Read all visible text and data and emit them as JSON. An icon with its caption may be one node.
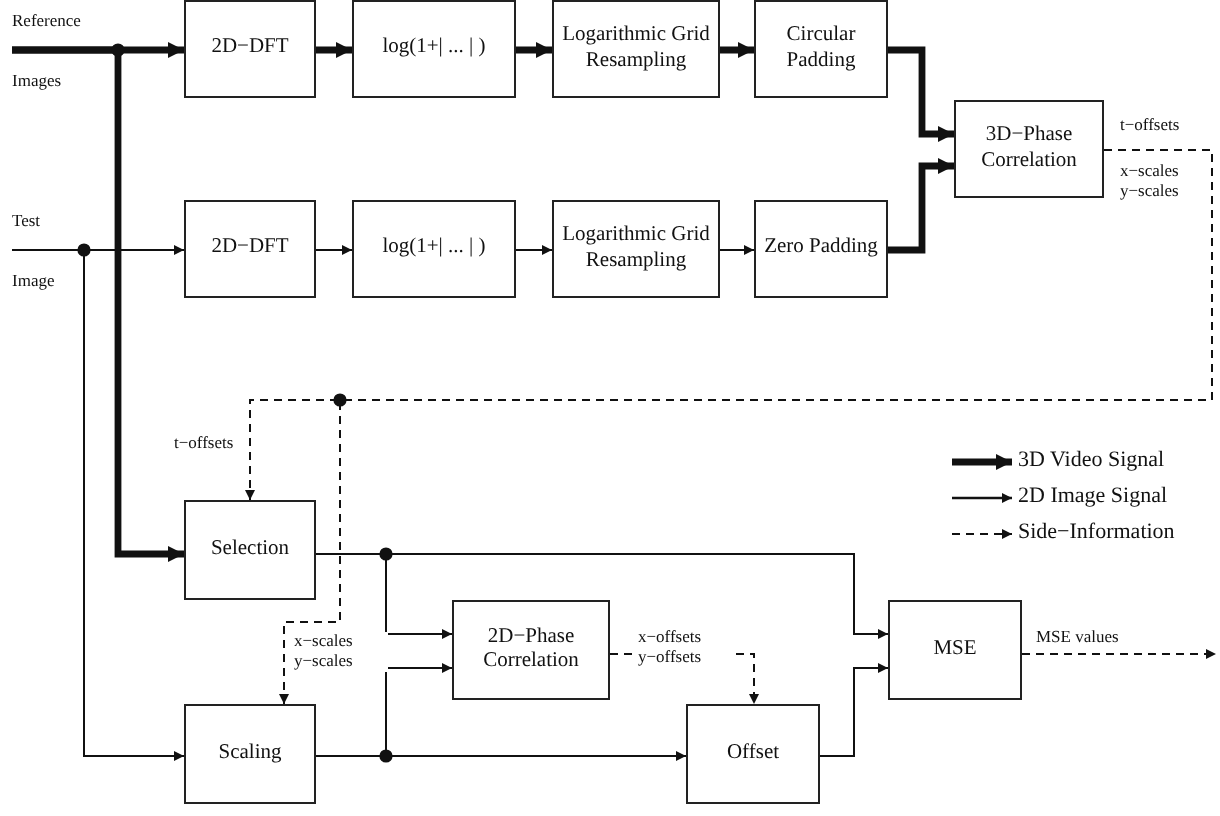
{
  "diagram": {
    "nodes": [
      {
        "text": [
          "Reference",
          "Images"
        ]
      },
      {
        "text": [
          "Test",
          "Image"
        ]
      },
      {
        "text": [
          "2D−DFT"
        ]
      },
      {
        "text": [
          "log(1+| ... | )"
        ]
      },
      {
        "text": [
          "Logarithmic Grid Resampling"
        ]
      },
      {
        "text": [
          "Circular Padding"
        ]
      },
      {
        "text": [
          "2D−DFT"
        ]
      },
      {
        "text": [
          "log(1+| ... | )"
        ]
      },
      {
        "text": [
          "Logarithmic Grid Resampling"
        ]
      },
      {
        "text": [
          "Zero Padding"
        ]
      },
      {
        "text": [
          "3D−Phase Correlation"
        ]
      },
      {
        "text": [
          "Selection"
        ]
      },
      {
        "text": [
          "Scaling"
        ]
      },
      {
        "text": [
          "2D−Phase Correlation"
        ]
      },
      {
        "text": [
          "Offset"
        ]
      },
      {
        "text": [
          "MSE"
        ]
      }
    ],
    "edges": [
      {
        "from": 0,
        "to": 2,
        "arrow": "to",
        "style": "thick"
      },
      {
        "from": 2,
        "to": 3,
        "arrow": "to",
        "style": "thick"
      },
      {
        "from": 3,
        "to": 4,
        "arrow": "to",
        "style": "thick"
      },
      {
        "from": 4,
        "to": 5,
        "arrow": "to",
        "style": "thick"
      },
      {
        "from": 5,
        "to": 10,
        "arrow": "to",
        "style": "thick"
      },
      {
        "from": 1,
        "to": 6,
        "arrow": "to"
      },
      {
        "from": 6,
        "to": 7,
        "arrow": "to"
      },
      {
        "from": 7,
        "to": 8,
        "arrow": "to"
      },
      {
        "from": 8,
        "to": 9,
        "arrow": "to"
      },
      {
        "from": 9,
        "to": 10,
        "arrow": "to",
        "style": "thick"
      },
      {
        "from": 0,
        "to": 11,
        "arrow": "to",
        "style": "thick"
      },
      {
        "from": 1,
        "to": 12,
        "arrow": "to"
      },
      {
        "from": 10,
        "to": 11,
        "arrow": "to",
        "style": "dashed",
        "label": "t−offsets"
      },
      {
        "from": 10,
        "to": 12,
        "arrow": "to",
        "style": "dashed",
        "label": "x−scales y−scales"
      },
      {
        "from": 11,
        "to": 13,
        "arrow": "to"
      },
      {
        "from": 11,
        "to": 15,
        "arrow": "to"
      },
      {
        "from": 12,
        "to": 13,
        "arrow": "to"
      },
      {
        "from": 12,
        "to": 14,
        "arrow": "to"
      },
      {
        "from": 13,
        "to": 14,
        "arrow": "to",
        "style": "dashed",
        "label": "x−offsets y−offsets"
      },
      {
        "from": 14,
        "to": 15,
        "arrow": "to"
      },
      {
        "from": 15,
        "to": null,
        "arrow": "to",
        "style": "dashed",
        "label": "MSE values"
      }
    ],
    "labels": [
      "t−offsets",
      "x−scales y−scales"
    ],
    "legend": [
      {
        "text": "3D Video Signal"
      },
      {
        "text": "2D Image Signal"
      },
      {
        "text": "Side−Information"
      }
    ]
  }
}
